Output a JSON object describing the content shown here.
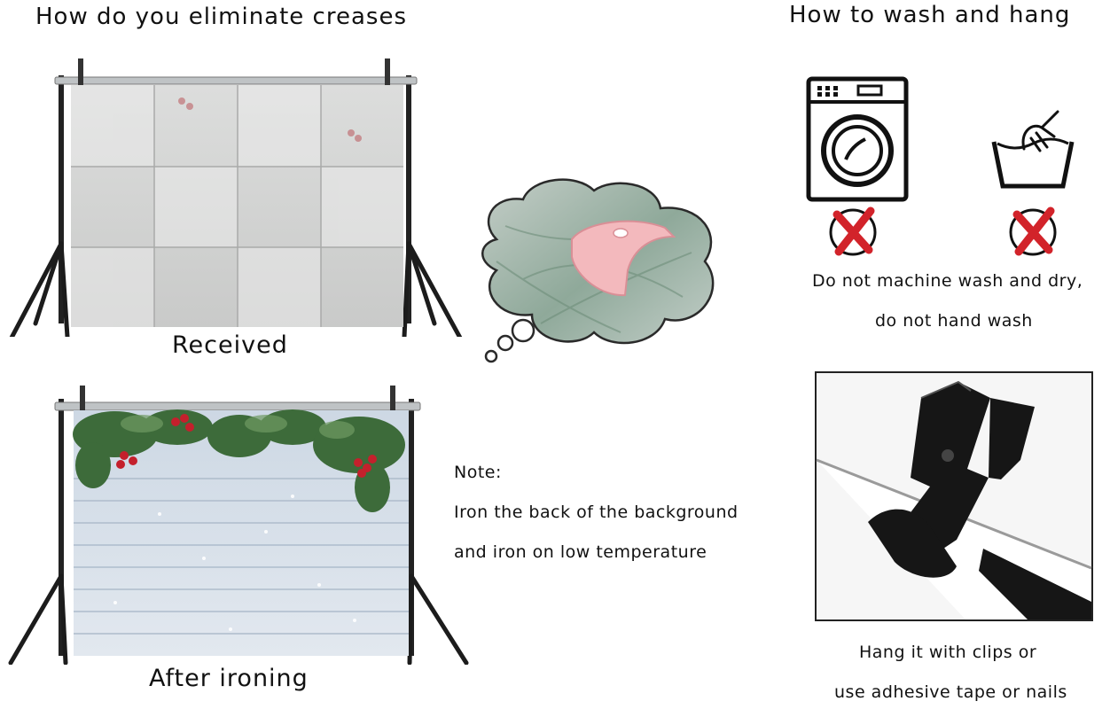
{
  "left_section": {
    "heading": "How do you eliminate creases",
    "received_label": "Received",
    "after_label": "After ironing"
  },
  "note": {
    "title": "Note:",
    "line1": "Iron the back of the background",
    "line2": "and iron on low temperature"
  },
  "right_section": {
    "heading": "How to wash and hang",
    "wash_line1": "Do not machine wash and dry,",
    "wash_line2": "do not hand wash",
    "hang_line1": "Hang it with clips or",
    "hang_line2": "use adhesive tape or nails"
  },
  "icons": {
    "machine_wash": "washing-machine-icon",
    "hand_wash": "hand-wash-icon",
    "prohibited": "red-x-icon",
    "iron": "steam-iron-icon",
    "clip": "clamp-clip-icon"
  },
  "colors": {
    "prohibited_red": "#d2232a",
    "iron_pink": "#f3b9bd",
    "greenery": "#3d6b3a",
    "berry": "#c4202c",
    "clip_black": "#161616"
  }
}
